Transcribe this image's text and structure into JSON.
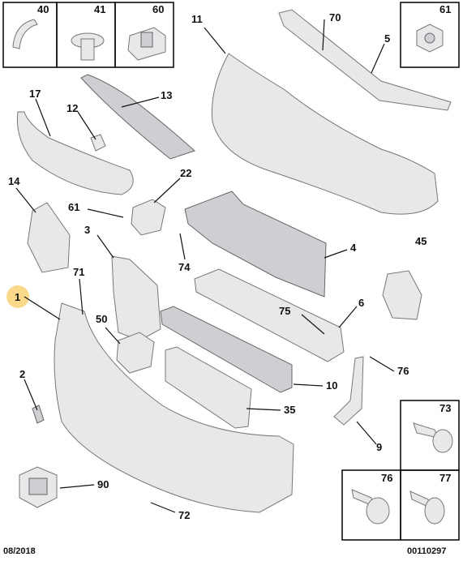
{
  "labels": {
    "p40": "40",
    "p41": "41",
    "p60": "60",
    "p61_box": "61",
    "p11": "11",
    "p70": "70",
    "p5": "5",
    "p17": "17",
    "p12": "12",
    "p13": "13",
    "p14": "14",
    "p22": "22",
    "p61": "61",
    "p3": "3",
    "p4": "4",
    "p45": "45",
    "p74": "74",
    "p1": "1",
    "p71": "71",
    "p50": "50",
    "p75": "75",
    "p6": "6",
    "p2": "2",
    "p76": "76",
    "p10": "10",
    "p35": "35",
    "p9": "9",
    "p73": "73",
    "p90": "90",
    "p72": "72",
    "p76_box": "76",
    "p77": "77"
  },
  "footer": {
    "date": "08/2018",
    "ref": "00110297"
  },
  "colors": {
    "highlight": "#fbd98a",
    "part_fill": "#e8e8ea",
    "line": "#111111"
  }
}
